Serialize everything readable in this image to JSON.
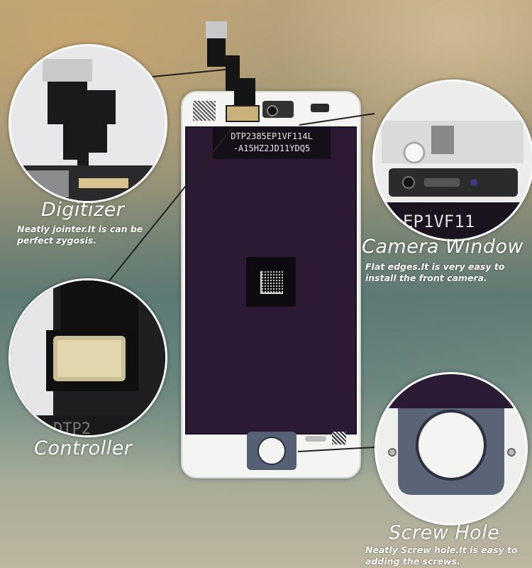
{
  "chip_label": {
    "line1": "DTP2385EP1VF114L",
    "line2": "-A15HZ2JD11YDQ5"
  },
  "callouts": {
    "digitizer": {
      "title": "Digitizer",
      "desc1": "Neatly jointer.It is can be",
      "desc2": "perfect zygosis."
    },
    "camera": {
      "title": "Camera Window",
      "desc1": "Flat edges.It is very easy to",
      "desc2": "install the front camera."
    },
    "controller": {
      "title": "Controller"
    },
    "screw": {
      "title": "Screw Hole",
      "desc1": "Neatly Screw hole.It is easy to",
      "desc2": "adding the screws."
    }
  },
  "zoom_texts": {
    "camera_code": "EP1VF11",
    "controller_code": "DTP2"
  },
  "colors": {
    "lcd": "#2c1a35",
    "frame": "#f4f4f2",
    "callout_text": "#ffffff"
  }
}
